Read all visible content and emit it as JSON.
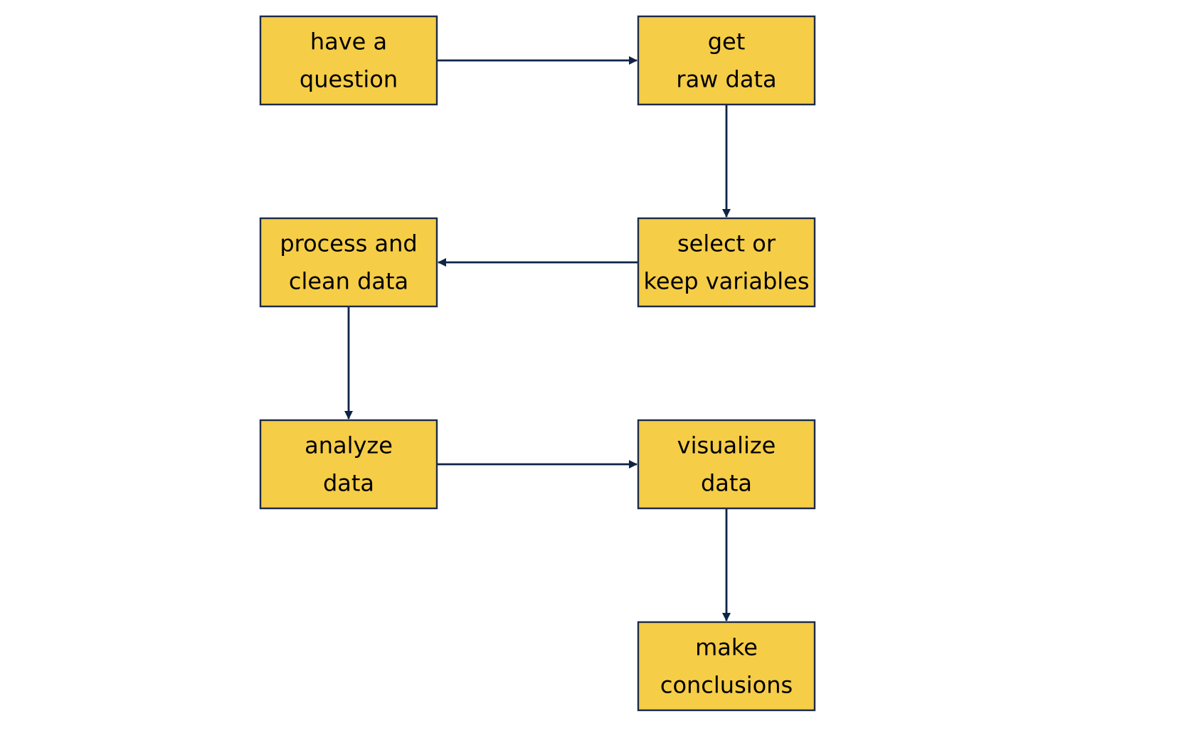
{
  "colors": {
    "node_fill": "#f5cd47",
    "node_stroke": "#1b2a4a",
    "edge": "#0f2347",
    "background": "#ffffff"
  },
  "nodes": [
    {
      "id": "have-a-question",
      "lines": [
        "have a",
        "question"
      ]
    },
    {
      "id": "get-raw-data",
      "lines": [
        "get",
        "raw data"
      ]
    },
    {
      "id": "select-or-keep-variables",
      "lines": [
        "select or",
        "keep variables"
      ]
    },
    {
      "id": "process-and-clean-data",
      "lines": [
        "process and",
        "clean data"
      ]
    },
    {
      "id": "analyze-data",
      "lines": [
        "analyze",
        "data"
      ]
    },
    {
      "id": "visualize-data",
      "lines": [
        "visualize",
        "data"
      ]
    },
    {
      "id": "make-conclusions",
      "lines": [
        "make",
        "conclusions"
      ]
    }
  ],
  "edges": [
    {
      "from": "have-a-question",
      "to": "get-raw-data"
    },
    {
      "from": "get-raw-data",
      "to": "select-or-keep-variables"
    },
    {
      "from": "select-or-keep-variables",
      "to": "process-and-clean-data"
    },
    {
      "from": "process-and-clean-data",
      "to": "analyze-data"
    },
    {
      "from": "analyze-data",
      "to": "visualize-data"
    },
    {
      "from": "visualize-data",
      "to": "make-conclusions"
    }
  ]
}
